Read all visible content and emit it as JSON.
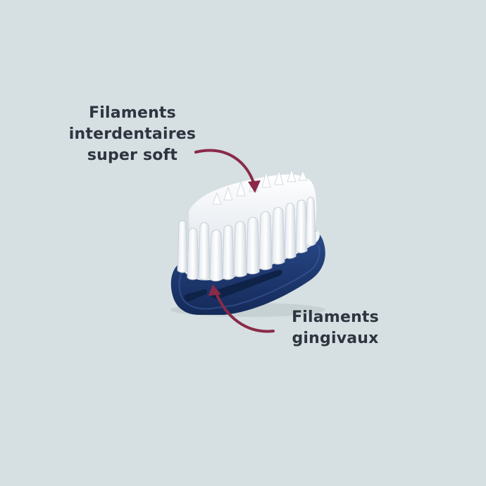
{
  "background_color": "#d6dfe2",
  "accent_color": "#8a2a48",
  "brush_base_color": "#1f3a72",
  "annotations": {
    "top": {
      "lines": [
        "Filaments",
        "interdentaires",
        "super soft"
      ]
    },
    "bottom": {
      "lines": [
        "Filaments",
        "gingivaux"
      ]
    }
  }
}
